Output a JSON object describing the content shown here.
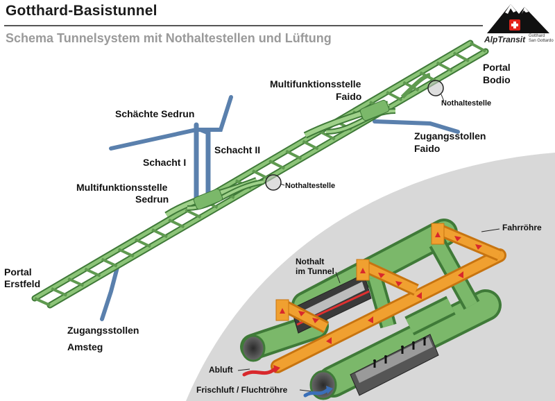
{
  "header": {
    "title": "Gotthard-Basistunnel",
    "subtitle": "Schema Tunnelsystem mit Nothaltestellen und Lüftung"
  },
  "logo": {
    "brand": "AlpTransit",
    "sub_line1": "Gotthard",
    "sub_line2": "San Gottardo"
  },
  "labels": {
    "schaechte_sedrun": "Schächte Sedrun",
    "schacht_1": "Schacht I",
    "schacht_2": "Schacht II",
    "mfs_sedrun_1": "Multifunktionsstelle",
    "mfs_sedrun_2": "Sedrun",
    "mfs_faido_1": "Multifunktionsstelle",
    "mfs_faido_2": "Faido",
    "nothalt_faido": "Nothaltestelle",
    "nothalt_sedrun": "Nothaltestelle",
    "portal_bodio_1": "Portal",
    "portal_bodio_2": "Bodio",
    "zugang_faido_1": "Zugangsstollen",
    "zugang_faido_2": "Faido",
    "portal_erstfeld_1": "Portal",
    "portal_erstfeld_2": "Erstfeld",
    "zugang_amsteg_1": "Zugangsstollen",
    "zugang_amsteg_2": "Amsteg",
    "fahrroehre": "Fahrröhre",
    "nothalt_tunnel_1": "Nothalt",
    "nothalt_tunnel_2": "im Tunnel",
    "abluft": "Abluft",
    "frischluft": "Frischluft / Fluchtröhre"
  },
  "colors": {
    "tunnel_green": "#7bb86a",
    "tunnel_dark": "#3f7a38",
    "shaft_blue": "#5a80ad",
    "duct_orange": "#f0a030",
    "arrow_red": "#d8282c",
    "fresh_blue": "#3a6fb8",
    "inset_bg": "#d8d8d8"
  }
}
